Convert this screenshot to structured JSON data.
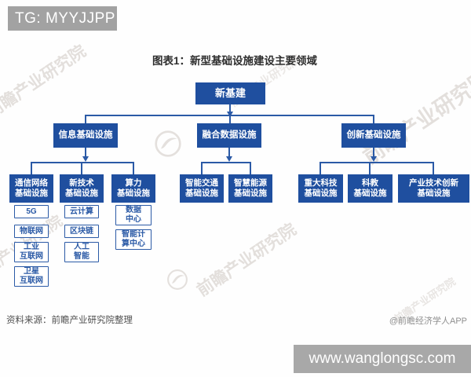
{
  "overlays": {
    "tg_banner": "TG: MYYJJPP",
    "url_bar": "www.wanglongsc.com"
  },
  "title": "图表1：新型基础设施建设主要领域",
  "footer": {
    "source": "资料来源：前瞻产业研究院整理",
    "credit": "@前瞻经济学人APP"
  },
  "watermark": {
    "text": "前瞻产业研究院",
    "logo_name": "qianzhan-swoosh-logo"
  },
  "colors": {
    "box_blue": "#1f4f9f",
    "line_blue": "#2b5aa6",
    "banner_gray": "#a2a2a2",
    "bar_gray": "#a8a8a8"
  },
  "nodes": {
    "root": "新基建",
    "level2": [
      "信息基础设施",
      "融合数据设施",
      "创新基础设施"
    ],
    "level3": [
      "通信网络\n基础设施",
      "新技术\n基础设施",
      "算力\n基础设施",
      "智能交通\n基础设施",
      "智慧能源\n基础设施",
      "重大科技\n基础设施",
      "科教\n基础设施",
      "产业技术创新\n基础设施"
    ],
    "level4": [
      "5G",
      "物联网",
      "工业\n互联网",
      "卫星\n互联网",
      "云计算",
      "区块链",
      "人工\n智能",
      "数据\n中心",
      "智能计\n算中心"
    ]
  }
}
